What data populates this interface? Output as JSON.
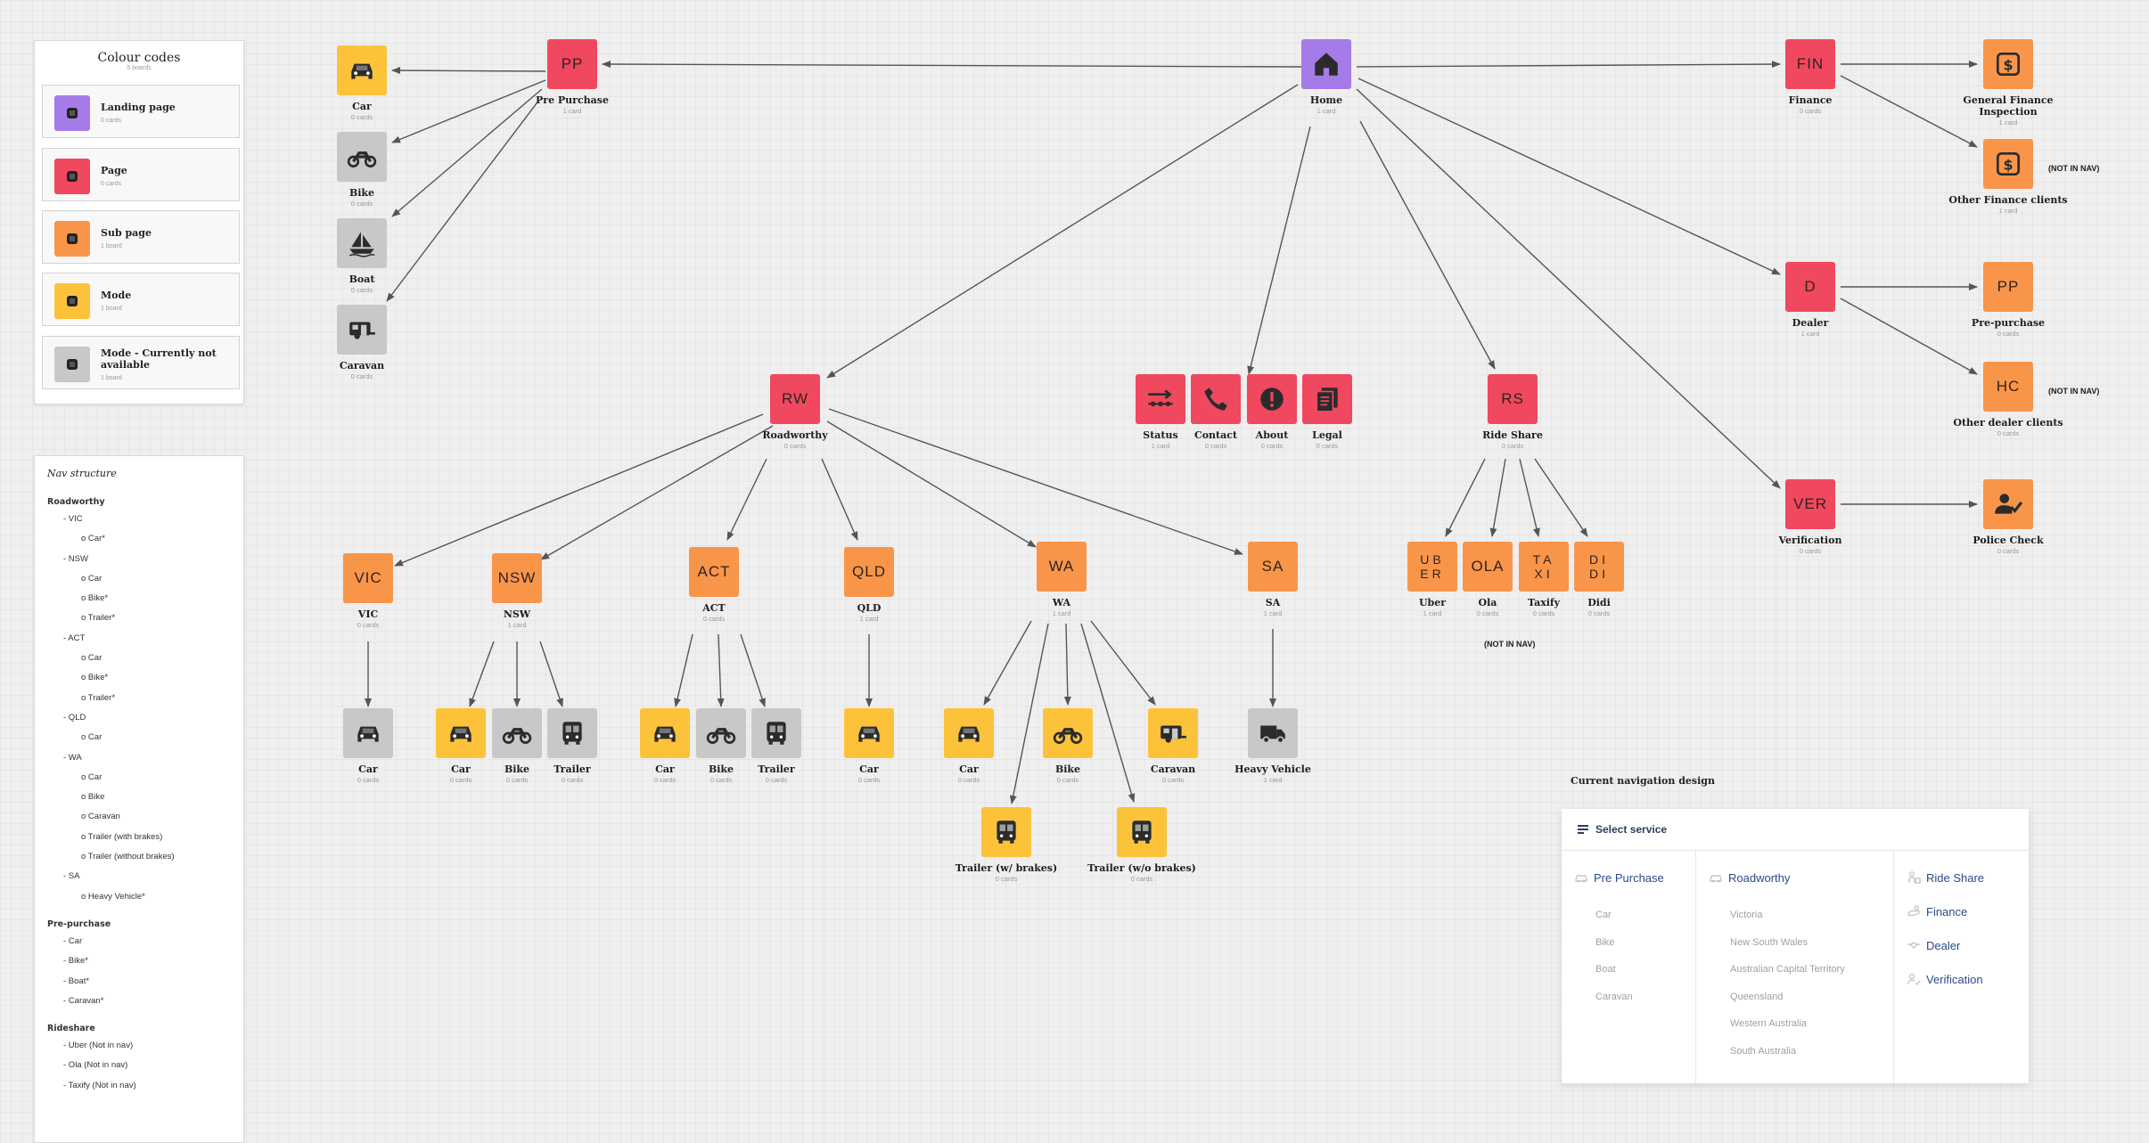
{
  "legend": {
    "title": "Colour codes",
    "subtitle": "5 boards",
    "items": [
      {
        "label": "Landing page",
        "count": "0 cards",
        "color": "#a57be8"
      },
      {
        "label": "Page",
        "count": "0 cards",
        "color": "#f0485e"
      },
      {
        "label": "Sub page",
        "count": "1 board",
        "color": "#f99549"
      },
      {
        "label": "Mode",
        "count": "1 board",
        "color": "#fcc33a"
      },
      {
        "label": "Mode - Currently not available",
        "count": "1 board",
        "color": "#c8c8c8"
      }
    ]
  },
  "nav_structure": {
    "title": "Nav structure",
    "lines": [
      {
        "level": 0,
        "text": "Roadworthy"
      },
      {
        "level": 1,
        "text": "-   VIC"
      },
      {
        "level": 2,
        "text": "o   Car*"
      },
      {
        "level": 1,
        "text": "-   NSW"
      },
      {
        "level": 2,
        "text": "o   Car"
      },
      {
        "level": 2,
        "text": "o   Bike*"
      },
      {
        "level": 2,
        "text": "o   Trailer*"
      },
      {
        "level": 1,
        "text": "-   ACT"
      },
      {
        "level": 2,
        "text": "o   Car"
      },
      {
        "level": 2,
        "text": "o   Bike*"
      },
      {
        "level": 2,
        "text": "o   Trailer*"
      },
      {
        "level": 1,
        "text": "-   QLD"
      },
      {
        "level": 2,
        "text": "o   Car"
      },
      {
        "level": 1,
        "text": "-   WA"
      },
      {
        "level": 2,
        "text": "o   Car"
      },
      {
        "level": 2,
        "text": "o   Bike"
      },
      {
        "level": 2,
        "text": "o   Caravan"
      },
      {
        "level": 2,
        "text": "o   Trailer (with brakes)"
      },
      {
        "level": 2,
        "text": "o   Trailer (without brakes)"
      },
      {
        "level": 1,
        "text": "-   SA"
      },
      {
        "level": 2,
        "text": "o   Heavy Vehicle*"
      },
      {
        "level": 0,
        "text": "Pre-purchase"
      },
      {
        "level": 1,
        "text": "-   Car"
      },
      {
        "level": 1,
        "text": "-   Bike*"
      },
      {
        "level": 1,
        "text": "-   Boat*"
      },
      {
        "level": 1,
        "text": "-   Caravan*"
      },
      {
        "level": 0,
        "text": "Rideshare"
      },
      {
        "level": 1,
        "text": "-   Uber (Not in nav)"
      },
      {
        "level": 1,
        "text": "-   Ola (Not in nav)"
      },
      {
        "level": 1,
        "text": "-   Taxify (Not in nav)"
      }
    ]
  },
  "nodes": {
    "home": {
      "code": "",
      "icon": "home-icon",
      "label": "Home",
      "sub": "1 card"
    },
    "pp": {
      "code": "PP",
      "label": "Pre Purchase",
      "sub": "1 card"
    },
    "pp_car": {
      "icon": "car-icon",
      "label": "Car",
      "sub": "0 cards"
    },
    "pp_bike": {
      "icon": "motorbike-icon",
      "label": "Bike",
      "sub": "0 cards"
    },
    "pp_boat": {
      "icon": "boat-icon",
      "label": "Boat",
      "sub": "0 cards"
    },
    "pp_caravan": {
      "icon": "caravan-icon",
      "label": "Caravan",
      "sub": "0 cards"
    },
    "fin": {
      "code": "FIN",
      "label": "Finance",
      "sub": "0 cards"
    },
    "gfi": {
      "icon": "dollar-icon",
      "label": "General Finance Inspection",
      "sub": "1 card"
    },
    "ofc": {
      "icon": "dollar-icon",
      "label": "Other Finance clients",
      "sub": "1 card"
    },
    "dealer": {
      "code": "D",
      "label": "Dealer",
      "sub": "1 card"
    },
    "dpp": {
      "code": "PP",
      "label": "Pre-purchase",
      "sub": "0 cards"
    },
    "dhc": {
      "code": "HC",
      "label": "Other dealer clients",
      "sub": "0 cards"
    },
    "ver": {
      "code": "VER",
      "label": "Verification",
      "sub": "0 cards"
    },
    "police": {
      "icon": "user-check-icon",
      "label": "Police Check",
      "sub": "0 cards"
    },
    "rw": {
      "code": "RW",
      "label": "Roadworthy",
      "sub": "0 cards"
    },
    "status": {
      "icon": "status-icon",
      "label": "Status",
      "sub": "1 card"
    },
    "contact": {
      "icon": "phone-icon",
      "label": "Contact",
      "sub": "0 cards"
    },
    "about": {
      "icon": "alert-icon",
      "label": "About",
      "sub": "0 cards"
    },
    "legal": {
      "icon": "document-icon",
      "label": "Legal",
      "sub": "0 cards"
    },
    "rs": {
      "code": "RS",
      "label": "Ride Share",
      "sub": "0 cards"
    },
    "uber": {
      "code": "UBER",
      "label": "Uber",
      "sub": "1 card"
    },
    "ola": {
      "code": "OLA",
      "label": "Ola",
      "sub": "0 cards"
    },
    "taxify": {
      "code": "TAXI",
      "label": "Taxify",
      "sub": "0 cards"
    },
    "didi": {
      "code": "DIDI",
      "label": "Didi",
      "sub": "0 cards"
    },
    "vic": {
      "code": "VIC",
      "label": "VIC",
      "sub": "0 cards"
    },
    "nsw": {
      "code": "NSW",
      "label": "NSW",
      "sub": "1 card"
    },
    "act": {
      "code": "ACT",
      "label": "ACT",
      "sub": "0 cards"
    },
    "qld": {
      "code": "QLD",
      "label": "QLD",
      "sub": "1 card"
    },
    "wa": {
      "code": "WA",
      "label": "WA",
      "sub": "1 card"
    },
    "sa": {
      "code": "SA",
      "label": "SA",
      "sub": "1 card"
    },
    "vic_car": {
      "icon": "car-icon",
      "label": "Car",
      "sub": "0 cards"
    },
    "nsw_car": {
      "icon": "car-icon",
      "label": "Car",
      "sub": "0 cards"
    },
    "nsw_bike": {
      "icon": "motorbike-icon",
      "label": "Bike",
      "sub": "0 cards"
    },
    "nsw_trailer": {
      "icon": "bus-icon",
      "label": "Trailer",
      "sub": "0 cards"
    },
    "act_car": {
      "icon": "car-icon",
      "label": "Car",
      "sub": "0 cards"
    },
    "act_bike": {
      "icon": "motorbike-icon",
      "label": "Bike",
      "sub": "0 cards"
    },
    "act_trailer": {
      "icon": "bus-icon",
      "label": "Trailer",
      "sub": "0 cards"
    },
    "qld_car": {
      "icon": "car-icon",
      "label": "Car",
      "sub": "0 cards"
    },
    "wa_car": {
      "icon": "car-icon",
      "label": "Car",
      "sub": "0 cards"
    },
    "wa_bike": {
      "icon": "motorbike-icon",
      "label": "Bike",
      "sub": "0 cards"
    },
    "wa_caravan": {
      "icon": "caravan-icon",
      "label": "Caravan",
      "sub": "0 cards"
    },
    "wa_trailer_wb": {
      "icon": "bus-icon",
      "label": "Trailer (w/ brakes)",
      "sub": "0 cards"
    },
    "wa_trailer_wob": {
      "icon": "bus-icon",
      "label": "Trailer (w/o brakes)",
      "sub": "0 cards"
    },
    "sa_heavy": {
      "icon": "truck-icon",
      "label": "Heavy Vehicle",
      "sub": "1 card"
    }
  },
  "notes": {
    "ofc": "(NOT IN NAV)",
    "dhc": "(NOT IN NAV)",
    "rideshare": "(NOT IN NAV)"
  },
  "nav_mock": {
    "caption": "Current navigation design",
    "header": "Select service",
    "pre_purchase": {
      "title": "Pre Purchase",
      "items": [
        "Car",
        "Bike",
        "Boat",
        "Caravan"
      ]
    },
    "roadworthy": {
      "title": "Roadworthy",
      "items": [
        "Victoria",
        "New South Wales",
        "Australian Capital Territory",
        "Queensland",
        "Western Australia",
        "South Australia"
      ]
    },
    "services": [
      "Ride Share",
      "Finance",
      "Dealer",
      "Verification"
    ]
  }
}
